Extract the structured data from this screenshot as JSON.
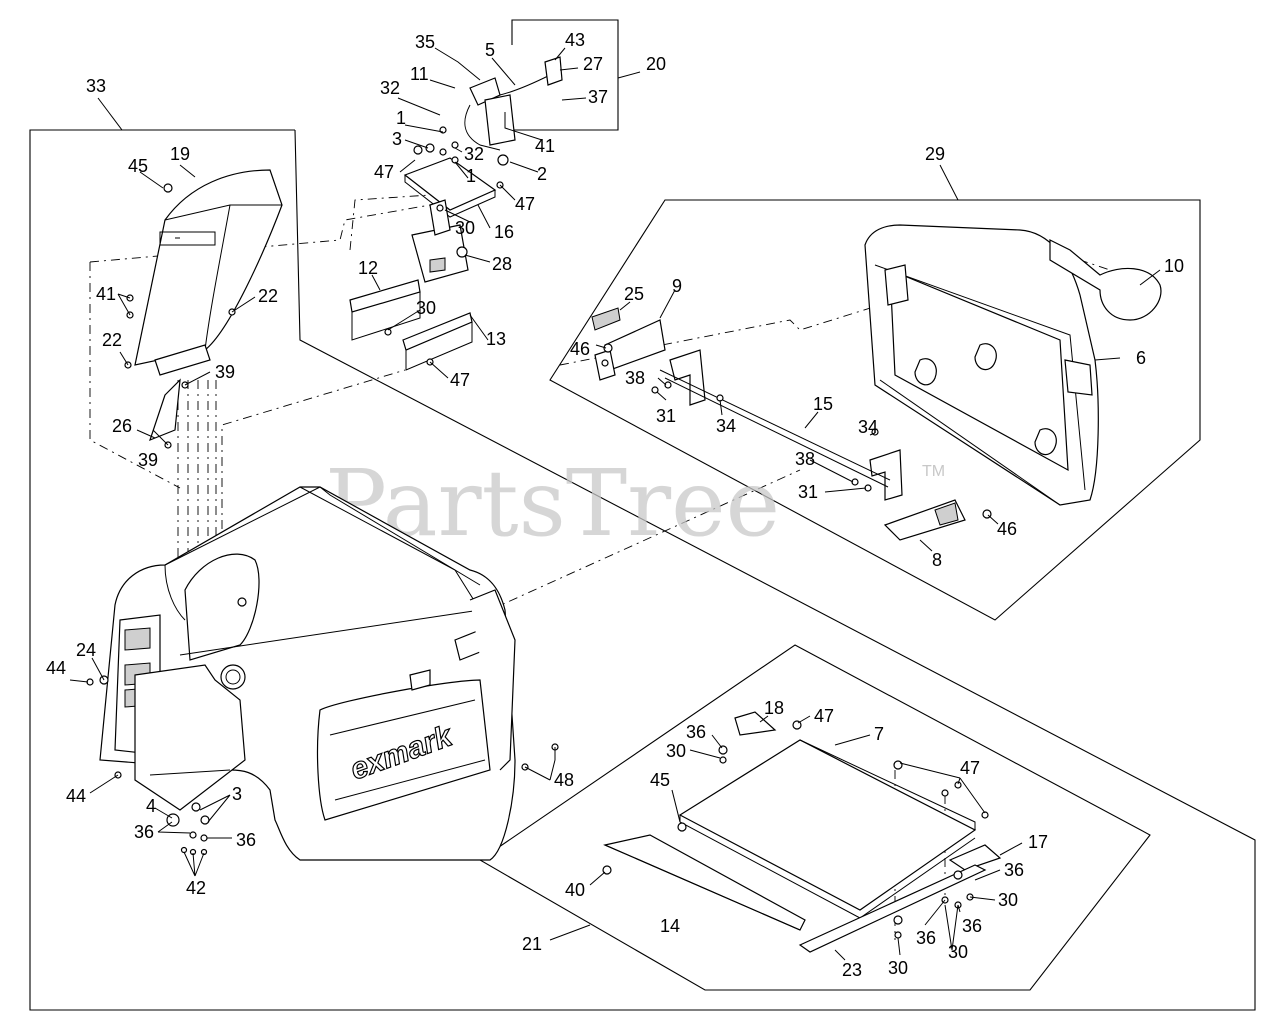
{
  "watermark": {
    "text": "PartsTree",
    "trademark": "TM"
  },
  "brand_text": "exmark",
  "callouts": [
    {
      "id": "c33",
      "label": "33"
    },
    {
      "id": "c19",
      "label": "19"
    },
    {
      "id": "c45a",
      "label": "45"
    },
    {
      "id": "c41a",
      "label": "41"
    },
    {
      "id": "c22a",
      "label": "22"
    },
    {
      "id": "c22b",
      "label": "22"
    },
    {
      "id": "c39a",
      "label": "39"
    },
    {
      "id": "c26",
      "label": "26"
    },
    {
      "id": "c39b",
      "label": "39"
    },
    {
      "id": "c35",
      "label": "35"
    },
    {
      "id": "c5",
      "label": "5"
    },
    {
      "id": "c43",
      "label": "43"
    },
    {
      "id": "c27",
      "label": "27"
    },
    {
      "id": "c20",
      "label": "20"
    },
    {
      "id": "c11",
      "label": "11"
    },
    {
      "id": "c37",
      "label": "37"
    },
    {
      "id": "c32a",
      "label": "32"
    },
    {
      "id": "c1a",
      "label": "1"
    },
    {
      "id": "c41b",
      "label": "41"
    },
    {
      "id": "c3a",
      "label": "3"
    },
    {
      "id": "c32b",
      "label": "32"
    },
    {
      "id": "c47a",
      "label": "47"
    },
    {
      "id": "c1b",
      "label": "1"
    },
    {
      "id": "c2",
      "label": "2"
    },
    {
      "id": "c47b",
      "label": "47"
    },
    {
      "id": "c30a",
      "label": "30"
    },
    {
      "id": "c16",
      "label": "16"
    },
    {
      "id": "c28",
      "label": "28"
    },
    {
      "id": "c12",
      "label": "12"
    },
    {
      "id": "c30b",
      "label": "30"
    },
    {
      "id": "c13",
      "label": "13"
    },
    {
      "id": "c47c",
      "label": "47"
    },
    {
      "id": "c29",
      "label": "29"
    },
    {
      "id": "c10",
      "label": "10"
    },
    {
      "id": "c25",
      "label": "25"
    },
    {
      "id": "c9",
      "label": "9"
    },
    {
      "id": "c46a",
      "label": "46"
    },
    {
      "id": "c6",
      "label": "6"
    },
    {
      "id": "c38a",
      "label": "38"
    },
    {
      "id": "c31a",
      "label": "31"
    },
    {
      "id": "c34a",
      "label": "34"
    },
    {
      "id": "c15",
      "label": "15"
    },
    {
      "id": "c34b",
      "label": "34"
    },
    {
      "id": "c38b",
      "label": "38"
    },
    {
      "id": "c31b",
      "label": "31"
    },
    {
      "id": "c46b",
      "label": "46"
    },
    {
      "id": "c8",
      "label": "8"
    },
    {
      "id": "c24",
      "label": "24"
    },
    {
      "id": "c44a",
      "label": "44"
    },
    {
      "id": "c44b",
      "label": "44"
    },
    {
      "id": "c4",
      "label": "4"
    },
    {
      "id": "c3b",
      "label": "3"
    },
    {
      "id": "c36a",
      "label": "36"
    },
    {
      "id": "c36b",
      "label": "36"
    },
    {
      "id": "c42",
      "label": "42"
    },
    {
      "id": "c48",
      "label": "48"
    },
    {
      "id": "c18",
      "label": "18"
    },
    {
      "id": "c47d",
      "label": "47"
    },
    {
      "id": "c7",
      "label": "7"
    },
    {
      "id": "c36c",
      "label": "36"
    },
    {
      "id": "c30c",
      "label": "30"
    },
    {
      "id": "c47e",
      "label": "47"
    },
    {
      "id": "c45b",
      "label": "45"
    },
    {
      "id": "c17",
      "label": "17"
    },
    {
      "id": "c36d",
      "label": "36"
    },
    {
      "id": "c30d",
      "label": "30"
    },
    {
      "id": "c40",
      "label": "40"
    },
    {
      "id": "c36e",
      "label": "36"
    },
    {
      "id": "c14",
      "label": "14"
    },
    {
      "id": "c36f",
      "label": "36"
    },
    {
      "id": "c30e",
      "label": "30"
    },
    {
      "id": "c21",
      "label": "21"
    },
    {
      "id": "c23",
      "label": "23"
    },
    {
      "id": "c30f",
      "label": "30"
    }
  ]
}
